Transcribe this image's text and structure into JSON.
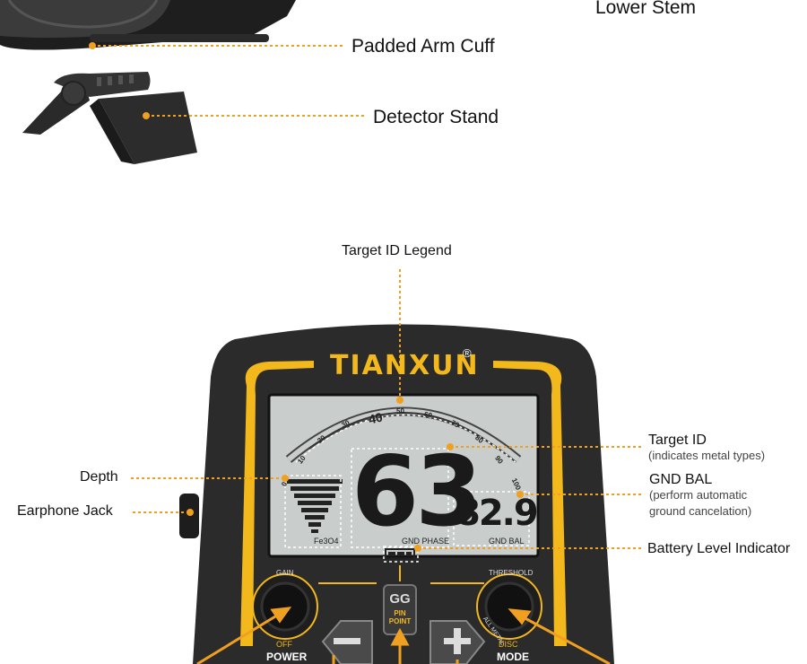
{
  "top_labels": {
    "lower_stem": "Lower Stem",
    "arm_cuff": "Padded Arm Cuff",
    "stand": "Detector Stand"
  },
  "callouts": {
    "legend": "Target ID Legend",
    "target_id": "Target ID",
    "target_id_note": "(indicates metal types)",
    "gnd_bal": "GND BAL",
    "gnd_bal_note_1": "(perform automatic",
    "gnd_bal_note_2": "ground cancelation)",
    "battery": "Battery Level Indicator",
    "depth": "Depth",
    "earphone": "Earphone Jack"
  },
  "device": {
    "brand": "TIANXUN",
    "registered": "®",
    "target_value": "63",
    "gnd_value": "82.9",
    "scale_ticks": [
      "0",
      "10",
      "20",
      "30",
      "40",
      "50",
      "60",
      "70",
      "80",
      "90",
      "100"
    ],
    "fe_label": "Fe3O4",
    "gnd_phase": "GND PHASE",
    "gnd_bal": "GND BAL",
    "gain": "GAIN",
    "off": "OFF",
    "power": "POWER",
    "threshold": "THRESHOLD",
    "all_metal": "ALL METAL",
    "disc": "DISC",
    "mode": "MODE",
    "gg": "GG",
    "pin": "PIN",
    "point": "POINT"
  },
  "colors": {
    "callout": "#f0a020",
    "body": "#2b2b2b",
    "accent": "#f2b81c",
    "lcd": "#c9cdcb"
  }
}
